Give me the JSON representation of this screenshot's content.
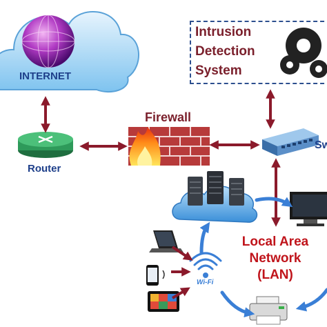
{
  "internet": {
    "label": "INTERNET"
  },
  "ids": {
    "lines": [
      "Intrusion",
      "Detection",
      "System"
    ]
  },
  "firewall": {
    "label": "Firewall"
  },
  "router": {
    "label": "Router"
  },
  "switch": {
    "label": "Sw"
  },
  "lan": {
    "lines": [
      "Local Area",
      "Network",
      "(LAN)"
    ]
  },
  "wifi": {
    "label": "Wi-Fi"
  },
  "colors": {
    "arrow": "#8b1a2b",
    "cycle_arrow": "#3a7fd6",
    "text_blue": "#1e3f8a",
    "text_red": "#c0141b",
    "router_green": "#2e9a5a",
    "cloud_blue": "#5ab0e8"
  }
}
